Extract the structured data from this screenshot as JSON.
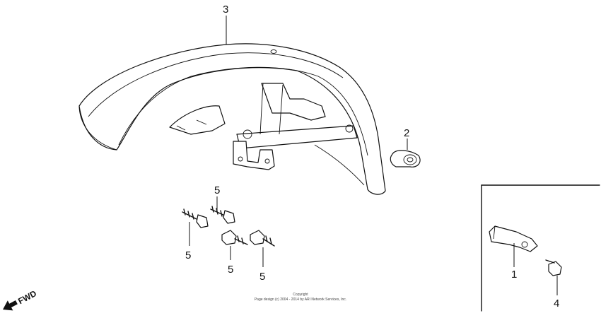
{
  "callouts": {
    "c1": "1",
    "c2": "2",
    "c3": "3",
    "c4": "4",
    "c5a": "5",
    "c5b": "5",
    "c5c": "5",
    "c5d": "5"
  },
  "fwd_label": "FWD",
  "copyright": {
    "line1": "Copyright",
    "line2": "Page design (c) 2004 - 2014 by ARI Network Services, Inc."
  }
}
